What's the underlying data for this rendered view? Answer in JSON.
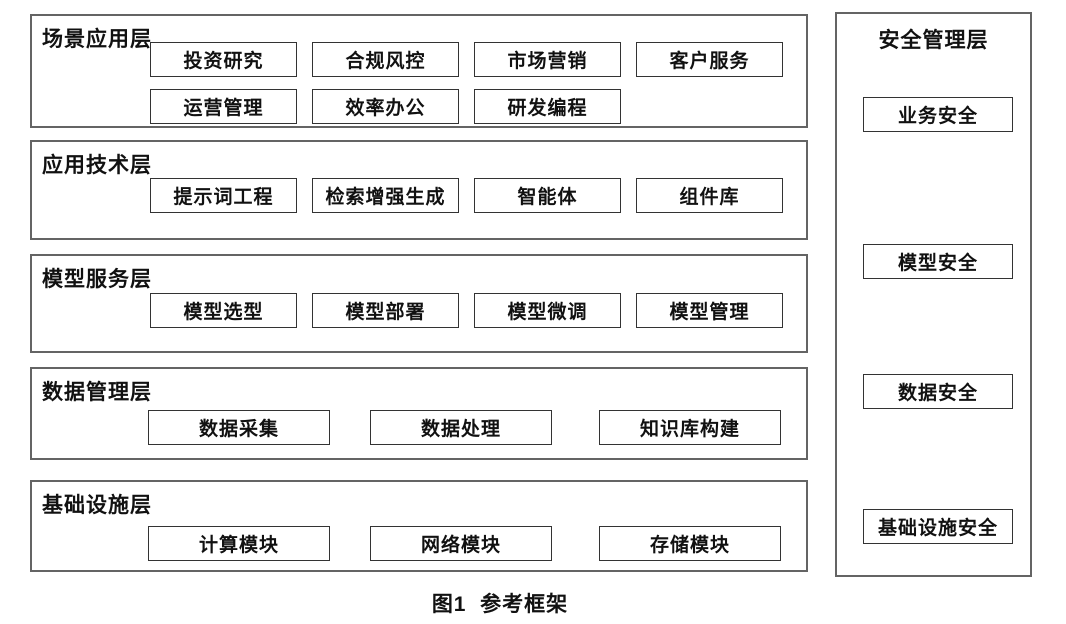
{
  "figure": {
    "caption": "图1  参考框架"
  },
  "colors": {
    "background": "#ffffff",
    "outer_border": "#646464",
    "inner_border": "#333333",
    "text": "#111111"
  },
  "layers": [
    {
      "label": "场景应用层",
      "rows": [
        [
          "投资研究",
          "合规风控",
          "市场营销",
          "客户服务"
        ],
        [
          "运营管理",
          "效率办公",
          "研发编程"
        ]
      ]
    },
    {
      "label": "应用技术层",
      "rows": [
        [
          "提示词工程",
          "检索增强生成",
          "智能体",
          "组件库"
        ]
      ]
    },
    {
      "label": "模型服务层",
      "rows": [
        [
          "模型选型",
          "模型部署",
          "模型微调",
          "模型管理"
        ]
      ]
    },
    {
      "label": "数据管理层",
      "rows": [
        [
          "数据采集",
          "数据处理",
          "知识库构建"
        ]
      ]
    },
    {
      "label": "基础设施层",
      "rows": [
        [
          "计算模块",
          "网络模块",
          "存储模块"
        ]
      ]
    }
  ],
  "security": {
    "title": "安全管理层",
    "boxes": [
      "业务安全",
      "模型安全",
      "数据安全",
      "基础设施安全"
    ]
  }
}
